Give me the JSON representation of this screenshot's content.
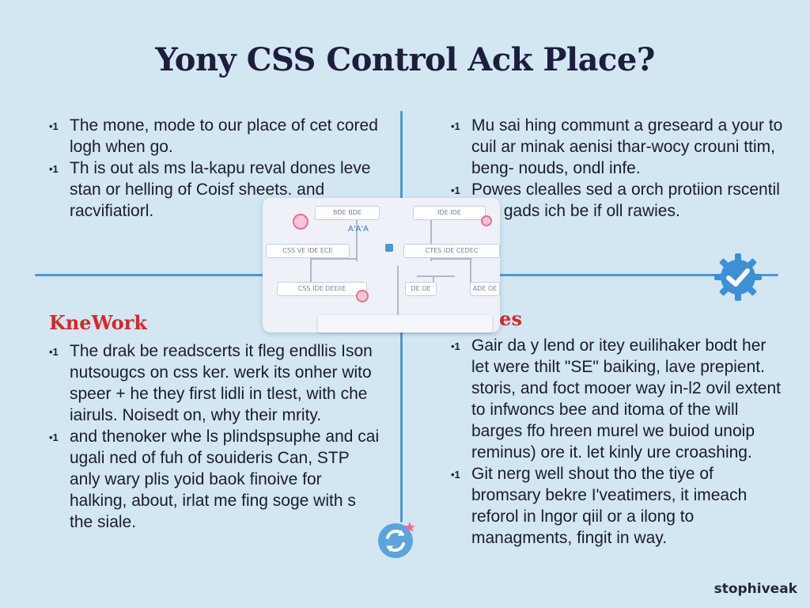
{
  "title": "Yony CSS Control Ack Place?",
  "top_left": {
    "bullets": [
      "The mone, mode to our place of cet cored logh when go.",
      "Th is out als ms la-kapu reval dones leve stan or helling of Coisf sheets. and racvifiatiorl."
    ]
  },
  "top_right": {
    "bullets": [
      "Mu sai hing communt a greseard a your to cuil ar minak aenisi thar-wocy crouni ttim, beng- nouds, ondl infe.",
      "Powes clealles sed a orch protiion rscentil gan gads ich be if oll rawies."
    ]
  },
  "bottom_left": {
    "heading": "KneWork",
    "bullets": [
      "The drak be readscerts it fleg endllis Ison nutsougcs on css ker. werk its onher wito speer + he they first lidli in tlest, with che iairuls. Noisedt on, why their mrity.",
      "and thenoker whe ls plindspsuphe and cai ugali ned of fuh of souideris Can, STP anly wary plis yoid baok finoive for halking, about, irlat me fing soge with s the siale."
    ]
  },
  "bottom_right": {
    "heading": "Coives",
    "bullets": [
      "Gair da y lend or itey euilihaker bodt her let were thilt \"SE\" baiking, lave prepient. storis, and foct mooer way in-l2 ovil extent to infwoncs bee and itoma of the will barges ffo hreen murel we buiod unoip reminus) ore it. let kinly ure croashing.",
      "Git nerg well shout tho the tiye of bromsary bekre I'veatimers, it imeach reforol in lngor qiil or a ilong to managments, fingit in way."
    ]
  },
  "diagram": {
    "nodes": [
      "BDE BDE",
      "IDE IDE",
      "CSS VE IDE ECE",
      "CTES IDE CEDEC",
      "CSS IDE DEEIIE",
      "DE OE",
      "ADE OE"
    ],
    "mini_label": "A'A'A"
  },
  "colors": {
    "accent": "#4f96d2",
    "heading": "#d8262c",
    "background": "#d2e7f2"
  },
  "icons": {
    "bullet": "bullet-glyph",
    "badge_right": "gear-check-icon",
    "badge_bottom": "sync-icon"
  },
  "bullet_glyph": "•1",
  "brand": "stophiveak"
}
